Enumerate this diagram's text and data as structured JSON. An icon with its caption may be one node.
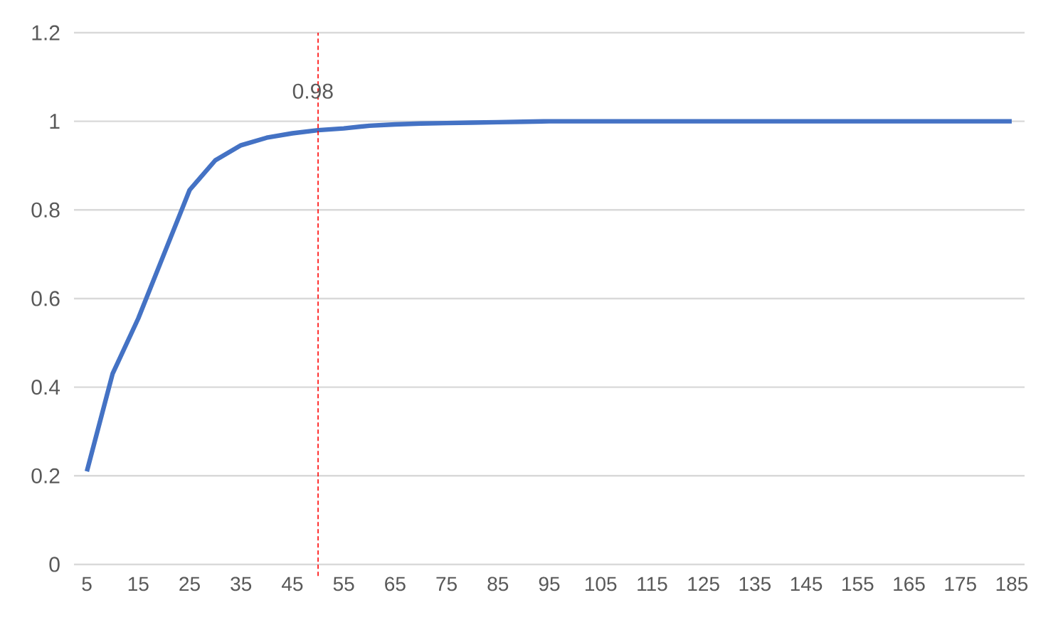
{
  "diagram": {
    "chart_data": {
      "type": "line",
      "x": [
        5,
        10,
        15,
        20,
        25,
        30,
        35,
        40,
        45,
        50,
        55,
        60,
        65,
        70,
        75,
        80,
        85,
        90,
        95,
        100,
        105,
        110,
        115,
        120,
        125,
        130,
        135,
        140,
        145,
        150,
        155,
        160,
        165,
        170,
        175,
        180,
        185
      ],
      "series": [
        {
          "color": "#4472c4",
          "values": [
            0.21,
            0.43,
            0.555,
            0.7,
            0.845,
            0.912,
            0.946,
            0.963,
            0.973,
            0.98,
            0.984,
            0.99,
            0.993,
            0.995,
            0.996,
            0.997,
            0.998,
            0.999,
            1,
            1,
            1,
            1,
            1,
            1,
            1,
            1,
            1,
            1,
            1,
            1,
            1,
            1,
            1,
            1,
            1,
            1,
            1
          ]
        }
      ],
      "xlim": [
        2.5,
        187.5
      ],
      "ylim": [
        0,
        1.2
      ],
      "xticks": [
        5,
        15,
        25,
        35,
        45,
        55,
        65,
        75,
        85,
        95,
        105,
        115,
        125,
        135,
        145,
        155,
        165,
        175,
        185
      ],
      "yticks": [
        0,
        0.2,
        0.4,
        0.6,
        0.8,
        1,
        1.2
      ],
      "grid": true,
      "ref_lines": [
        {
          "axis": "x",
          "value": 50,
          "color": "#ff0000"
        }
      ],
      "annotations": [
        "0.98"
      ]
    }
  }
}
